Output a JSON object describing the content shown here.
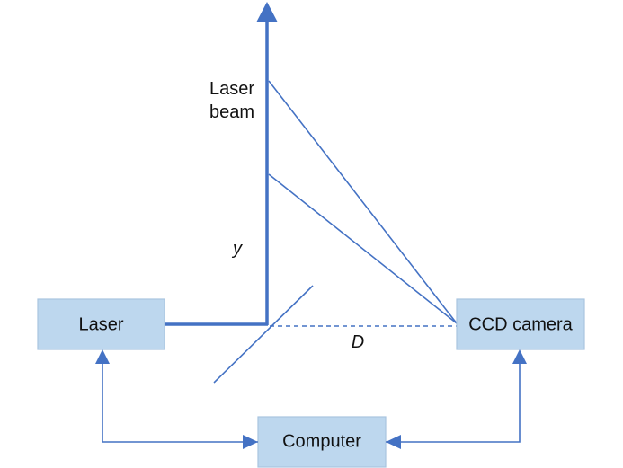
{
  "boxes": {
    "laser": "Laser",
    "camera": "CCD camera",
    "computer": "Computer"
  },
  "labels": {
    "beam_line1": "Laser",
    "beam_line2": "beam",
    "height": "y",
    "distance": "D"
  },
  "colors": {
    "box_fill": "#bdd7ee",
    "box_border": "#a9c4df",
    "line": "#4472c4",
    "text": "#111111"
  }
}
